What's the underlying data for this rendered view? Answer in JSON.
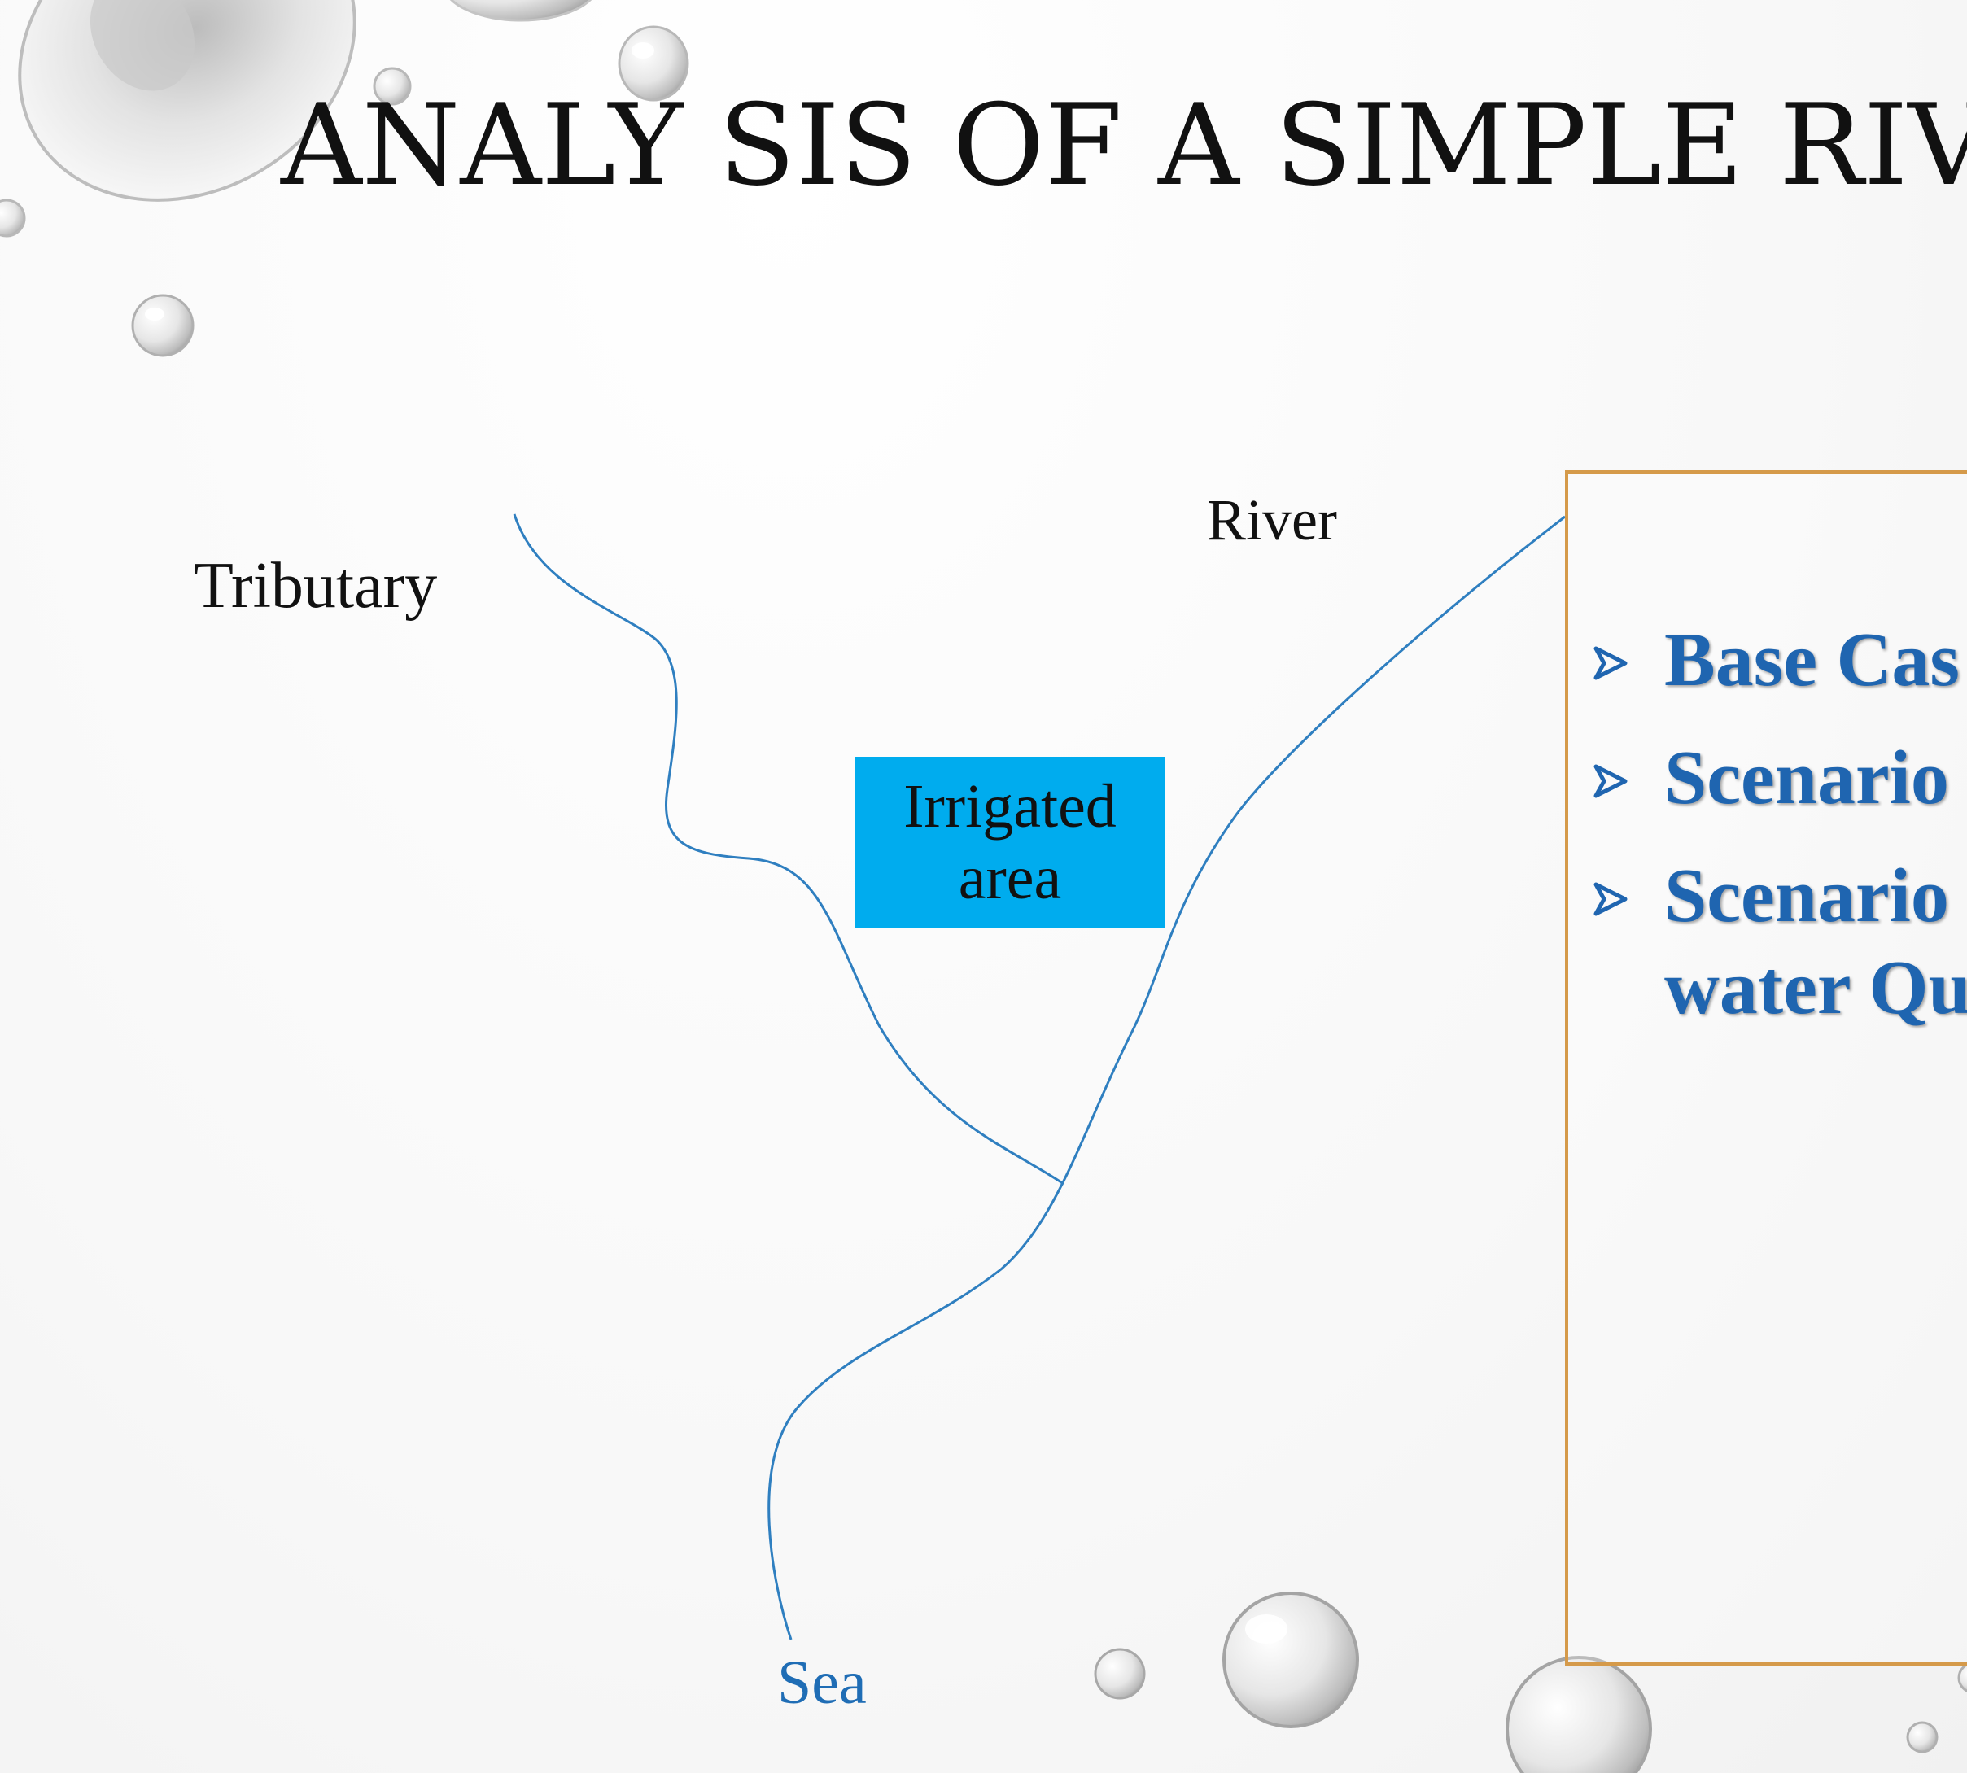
{
  "slide": {
    "title": "ANALY SIS OF A SIMPLE RIVER BA"
  },
  "diagram": {
    "labels": {
      "tributary": "Tributary",
      "river": "River",
      "sea": "Sea"
    },
    "irrigated_area": "Irrigated\narea",
    "scenarios": [
      {
        "line1": "Base Cas",
        "line2": ""
      },
      {
        "line1": "Scenario",
        "line2": ""
      },
      {
        "line1": "Scenario",
        "line2": "water Qu"
      }
    ]
  },
  "colors": {
    "stream": "#2f7fc0",
    "irrigated_fill": "#00acee",
    "box_border": "#d59a4a",
    "scenario_text": "#1f65b0",
    "sea_label": "#1f6db5"
  },
  "icons": {
    "bullet": "arrowhead-bullet-icon",
    "decor": "water-droplet-icon"
  }
}
